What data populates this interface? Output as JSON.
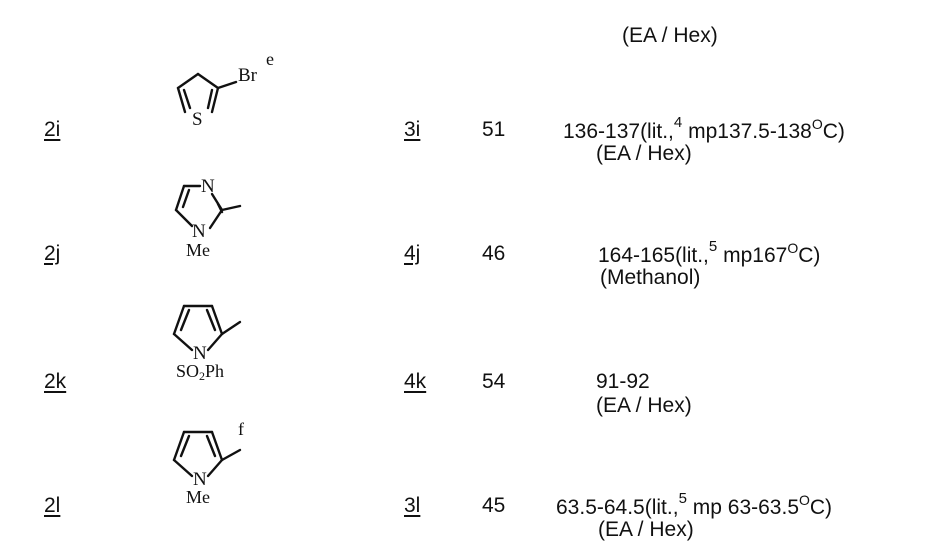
{
  "top_solvent": "(EA / Hex)",
  "rows": [
    {
      "substrate": "2i",
      "atoms": {
        "label": "Br",
        "heteroatom": "S"
      },
      "footnote": "e",
      "product": "3i",
      "yield": "51",
      "mp_prefix": "136-137(lit.,",
      "mp_ref": "4",
      "mp_lit": "mp137.5-138",
      "mp_deg": "O",
      "mp_suffix": "C)",
      "solvent": "(EA / Hex)"
    },
    {
      "substrate": "2j",
      "atoms": {
        "n_top": "N",
        "n_bottom": "N"
      },
      "n_substituent": "Me",
      "product": "4j",
      "yield": "46",
      "mp_prefix": "164-165(lit.,",
      "mp_ref": "5",
      "mp_lit": "mp167",
      "mp_deg": "O",
      "mp_suffix": "C)",
      "solvent": "(Methanol)"
    },
    {
      "substrate": "2k",
      "atoms": {
        "n": "N"
      },
      "n_substituent_a": "SO",
      "n_substituent_sub": "2",
      "n_substituent_b": "Ph",
      "product": "4k",
      "yield": "54",
      "mp": "91-92",
      "solvent": "(EA / Hex)"
    },
    {
      "substrate": "2l",
      "atoms": {
        "n": "N"
      },
      "footnote": "f",
      "n_substituent": "Me",
      "product": "3l",
      "yield": "45",
      "mp_prefix": "63.5-64.5(lit.,",
      "mp_ref": "5",
      "mp_lit": "mp 63-63.5",
      "mp_deg": "O",
      "mp_suffix": "C)",
      "solvent": "(EA / Hex)"
    }
  ]
}
